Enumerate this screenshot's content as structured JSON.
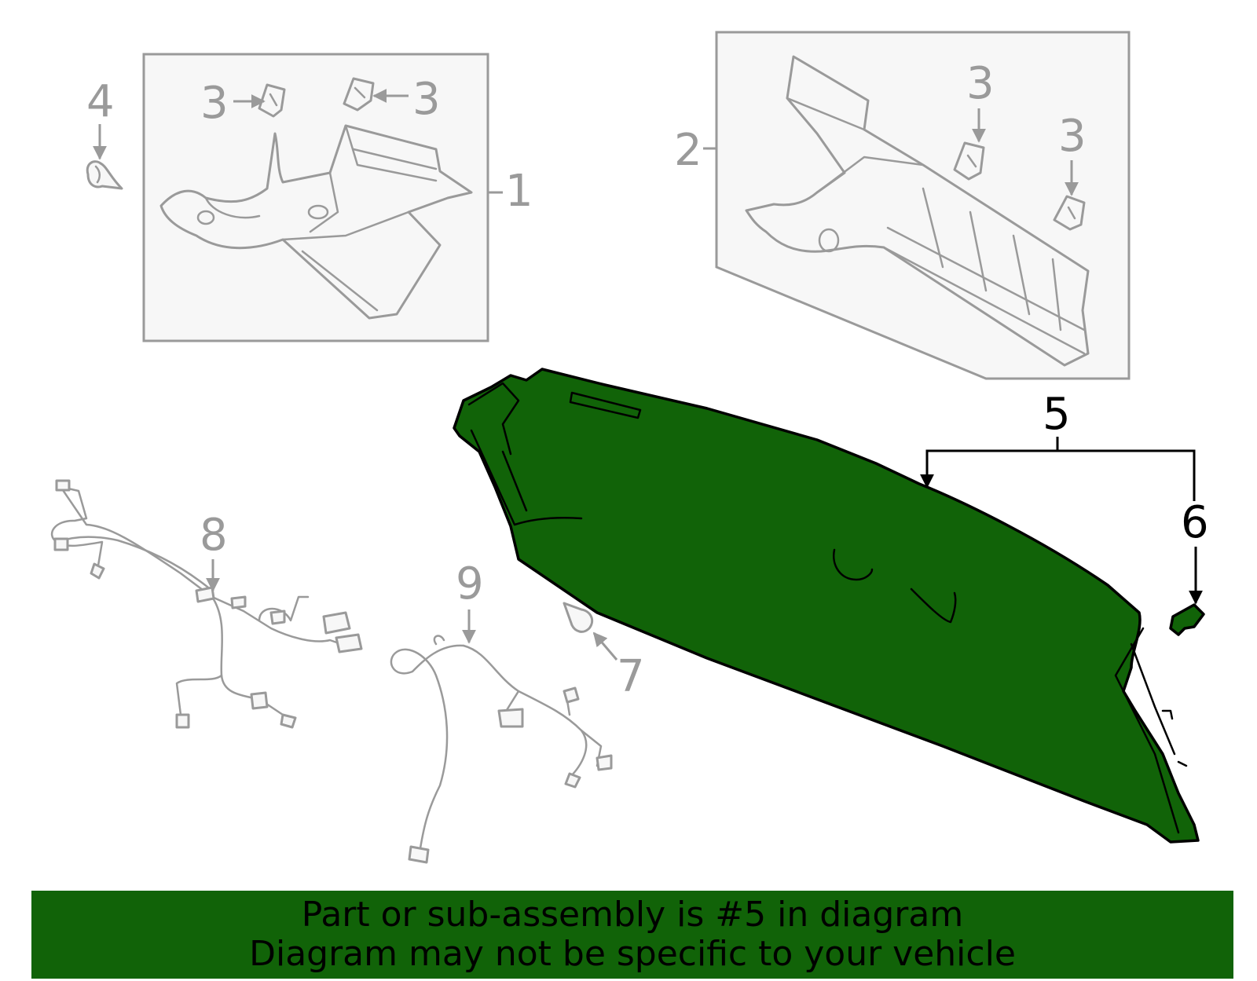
{
  "callouts": {
    "c1": "1",
    "c2": "2",
    "c3a": "3",
    "c3b": "3",
    "c3c": "3",
    "c3d": "3",
    "c4": "4",
    "c5": "5",
    "c6": "6",
    "c7": "7",
    "c8": "8",
    "c9": "9"
  },
  "highlight_color": "#116308",
  "banner": {
    "line1": "Part or sub-assembly is #5 in diagram",
    "line2": "Diagram may not be specific to your vehicle"
  }
}
